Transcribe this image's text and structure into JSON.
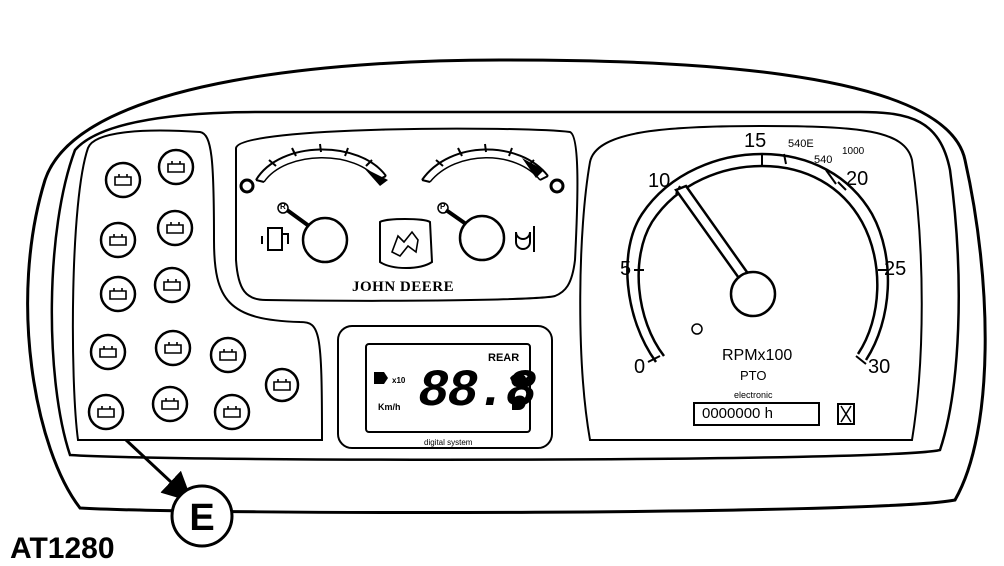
{
  "figure_label": "AT1280",
  "callout": {
    "letter": "E"
  },
  "brand": {
    "name": "JOHN DEERE"
  },
  "fuel_gauge": {
    "marker": "R"
  },
  "temp_gauge": {
    "marker": "P"
  },
  "digital_display": {
    "reading": "88.8",
    "direction": "REAR",
    "unit": "Km/h",
    "multiplier": "x10",
    "caption": "digital system"
  },
  "tachometer": {
    "scale_labels": [
      "0",
      "5",
      "10",
      "15",
      "20",
      "25",
      "30"
    ],
    "pto_marks": [
      "540E",
      "540",
      "1000"
    ],
    "unit_label": "RPMx100",
    "pto_label": "PTO",
    "small_label": "electronic",
    "hour_meter": "0000000 h",
    "pointer_value": 10
  },
  "icons": [
    "battery-warning-icon",
    "flasher-icon",
    "oil-pressure-icon",
    "engine-warning-icon",
    "air-filter-icon",
    "turn-signal-icon",
    "parking-brake-icon",
    "first-trailer-icon",
    "high-beam-icon",
    "brake-fluid-icon",
    "second-trailer-icon",
    "low-beam-icon",
    "hitch-icon"
  ]
}
